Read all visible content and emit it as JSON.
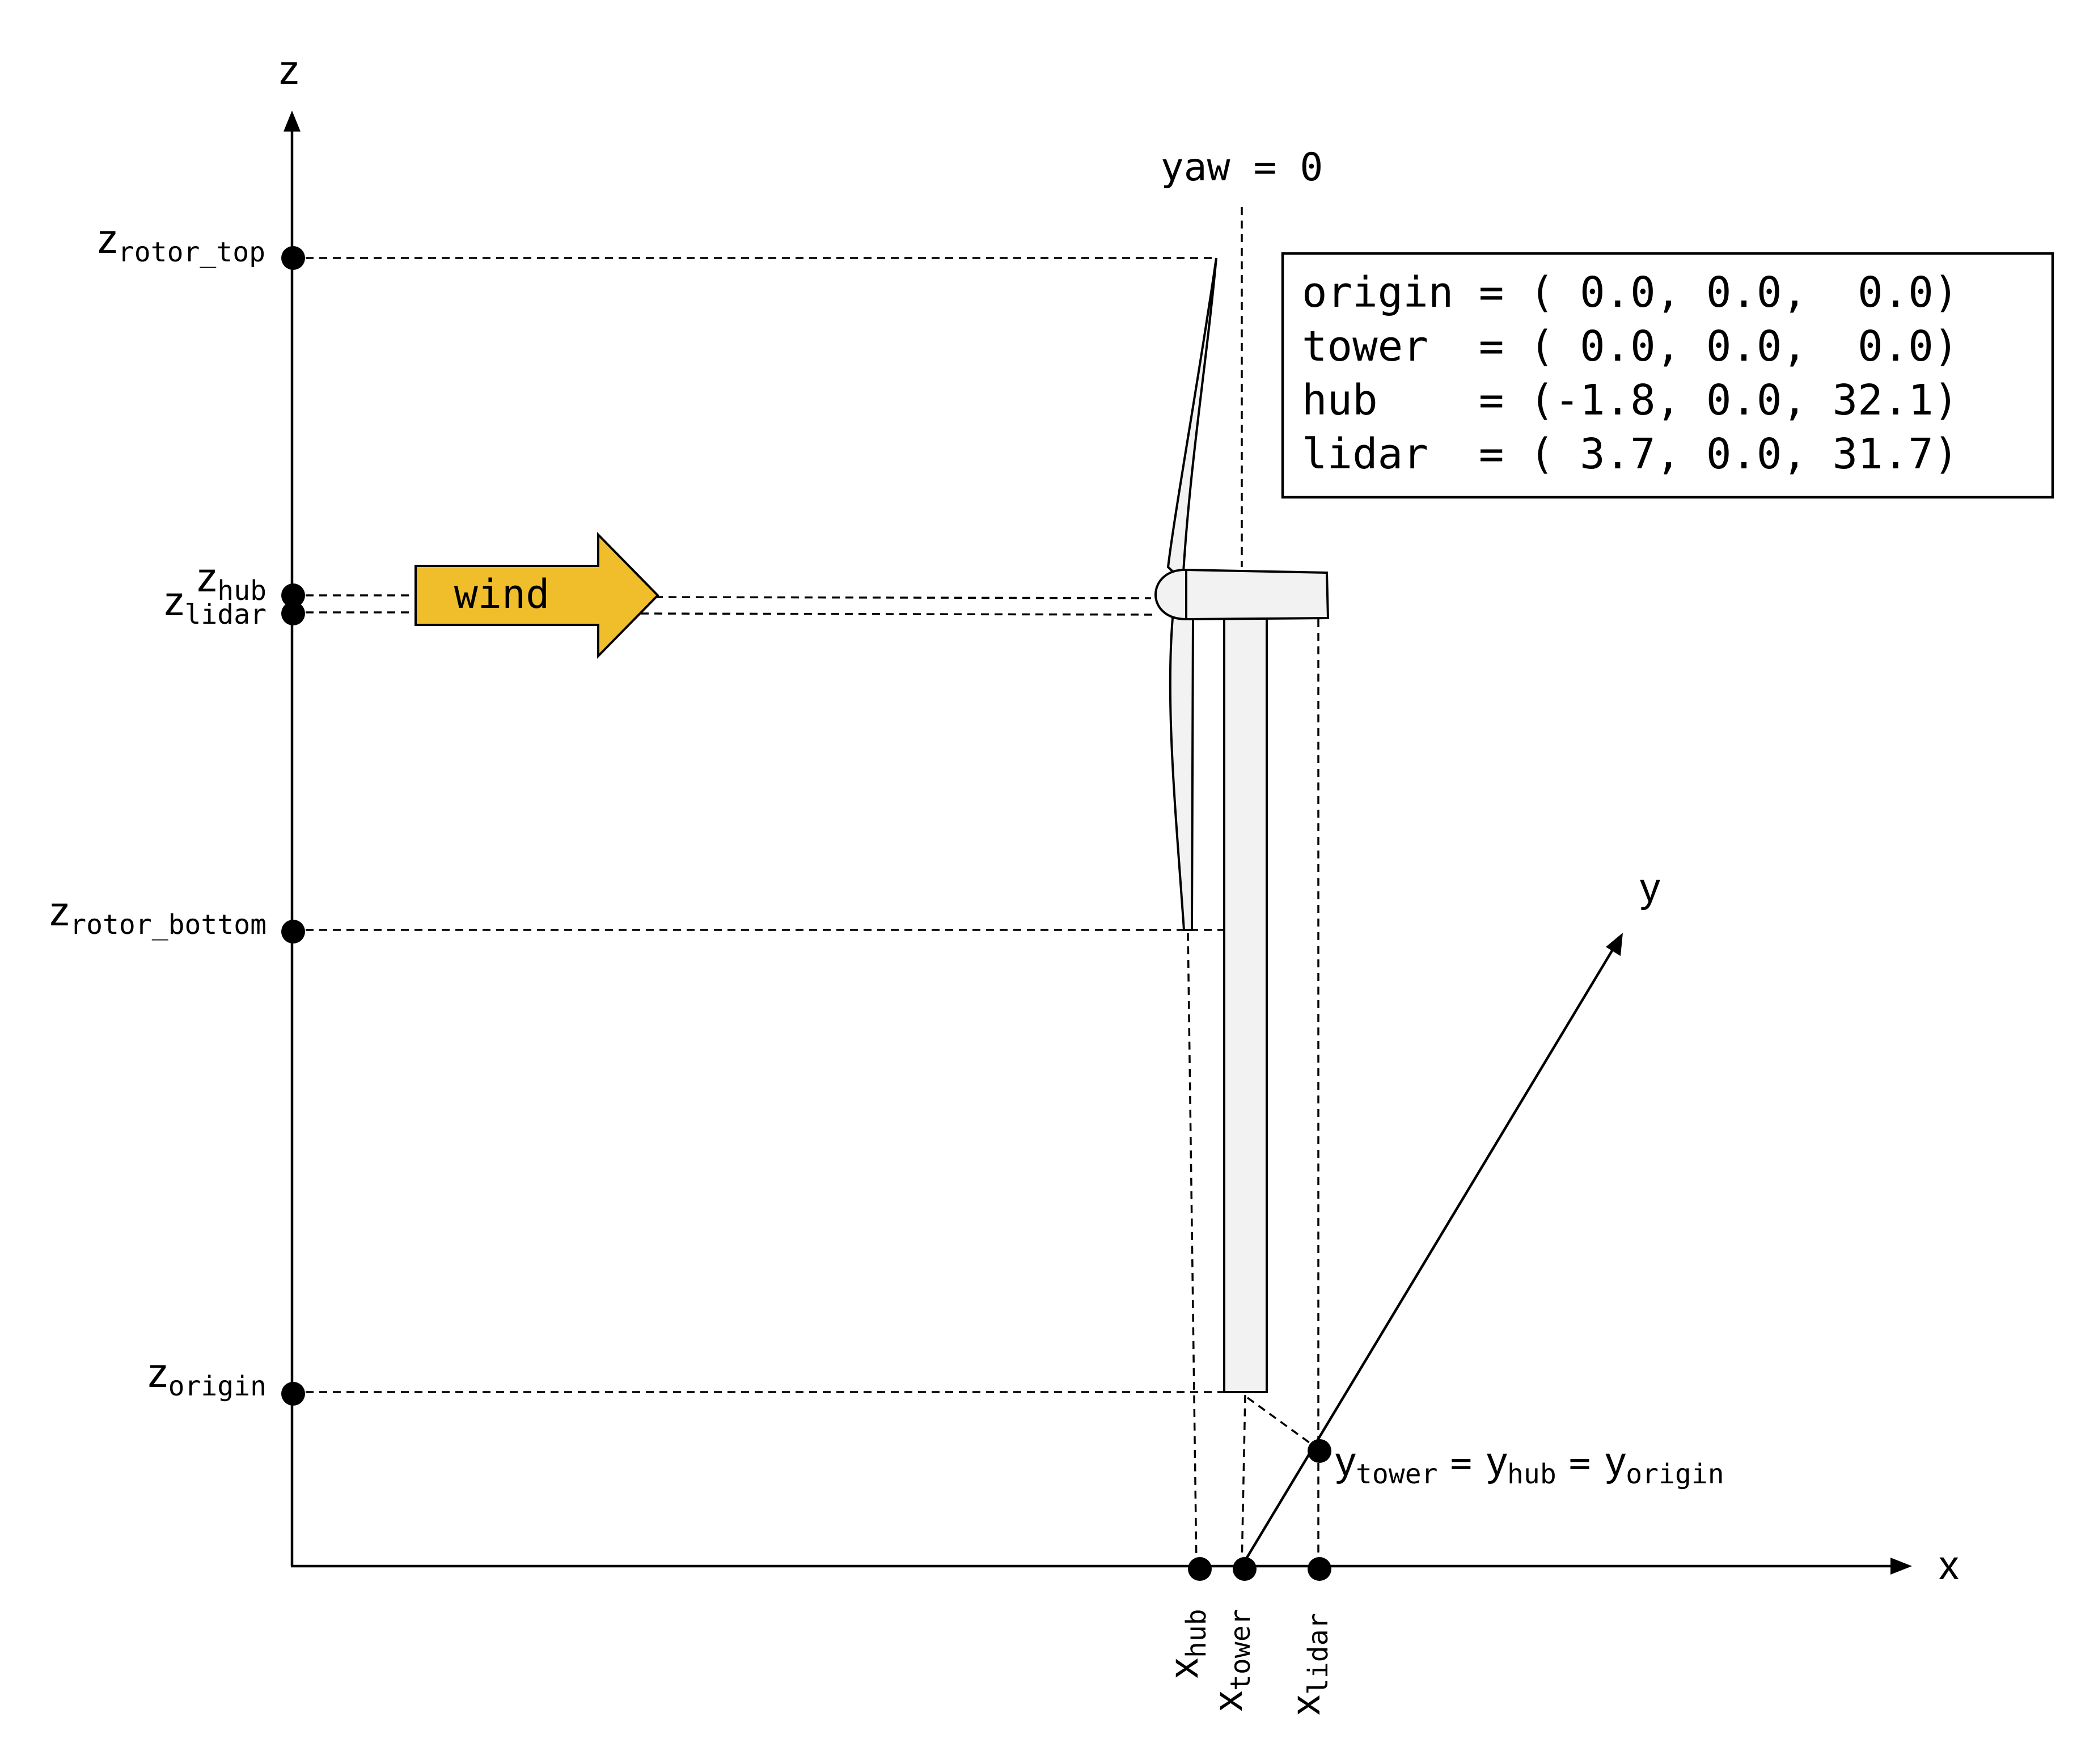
{
  "axes": {
    "z_label": "z",
    "x_label": "x",
    "y_label": "y"
  },
  "yaw_label": "yaw = 0",
  "wind_label": "wind",
  "z_markers": {
    "rotor_top": {
      "base": "z",
      "sub": "rotor_top"
    },
    "hub": {
      "base": "z",
      "sub": "hub"
    },
    "lidar": {
      "base": "z",
      "sub": "lidar"
    },
    "rotor_bottom": {
      "base": "z",
      "sub": "rotor_bottom"
    },
    "origin": {
      "base": "z",
      "sub": "origin"
    }
  },
  "x_markers": {
    "hub": {
      "base": "x",
      "sub": "hub"
    },
    "tower": {
      "base": "x",
      "sub": "tower"
    },
    "lidar": {
      "base": "x",
      "sub": "lidar"
    }
  },
  "y_equation": [
    {
      "base": "y",
      "sub": "tower"
    },
    {
      "op": "="
    },
    {
      "base": "y",
      "sub": "hub"
    },
    {
      "op": "="
    },
    {
      "base": "y",
      "sub": "origin"
    }
  ],
  "coordinates_box": {
    "lines": [
      "origin = ( 0.0, 0.0,  0.0)",
      "tower  = ( 0.0, 0.0,  0.0)",
      "hub    = (-1.8, 0.0, 32.1)",
      "lidar  = ( 3.7, 0.0, 31.7)"
    ]
  },
  "colors": {
    "wind_arrow_fill": "#f0be2a",
    "turbine_fill": "#f2f2f2",
    "line": "#000000"
  }
}
